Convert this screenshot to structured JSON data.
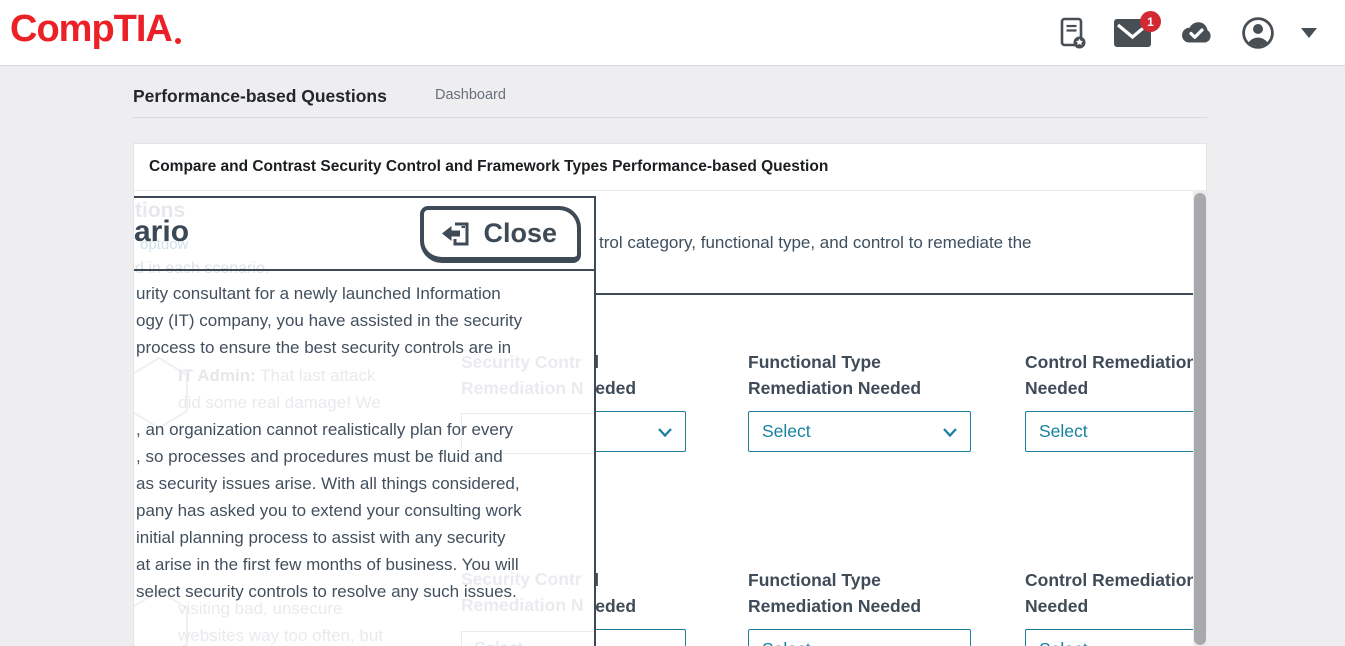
{
  "header": {
    "logo": "CompTIA",
    "mail_badge": "1",
    "icons": [
      "tasks-icon",
      "mail-icon",
      "cloud-sync-icon",
      "account-icon",
      "caret-down-icon"
    ]
  },
  "breadcrumb": {
    "title": "Performance-based Questions",
    "dashboard": "Dashboard"
  },
  "card": {
    "title": "Compare and Contrast Security Control and Framework Types Performance-based Question",
    "instruction_fragment": "trol category, functional type, and control to remediate the",
    "select_label": "Select",
    "rows": [
      {
        "labels": [
          "Security Control Remediation Needed",
          "Functional Type Remediation Needed",
          "Control Remediation Needed"
        ]
      },
      {
        "labels": [
          "Security Control Remediation Needed",
          "Functional Type Remediation Needed",
          "Control Remediation Needed"
        ]
      }
    ]
  },
  "modal": {
    "heading_fragment": "ario",
    "close_label": "Close",
    "para1": [
      "urity consultant for a newly launched Information",
      "ogy (IT) company, you have assisted in the security",
      "process to ensure the best security controls are in"
    ],
    "para2": [
      ", an organization cannot realistically plan for every",
      ", so processes and procedures must be fluid and",
      "as security issues arise. With all things considered,",
      "pany has asked you to extend your consulting work",
      "initial planning process to assist with any security",
      "at arise in the first few months of business. You will",
      "select security controls to resolve any such issues."
    ]
  },
  "background": {
    "instructions_tail": "tions",
    "dropdown_tail": "optdow",
    "scenario_tail": "d in each scenario.",
    "chat1_speaker": "IT Admin:",
    "chat1_rest": "That last attack",
    "chat1_line2": "did some real damage! We",
    "chat2_line1": "visiting bad, unsecure",
    "chat2_line2": "websites way too often, but",
    "label_echo_line1": "Security Contr",
    "label_echo_line2": "Remediation N",
    "select_echo": "Select"
  },
  "colors": {
    "brand_red": "#ec2127",
    "badge_red": "#d22a33",
    "teal": "#1a7f9e",
    "dark_slate": "#3e4a56"
  }
}
